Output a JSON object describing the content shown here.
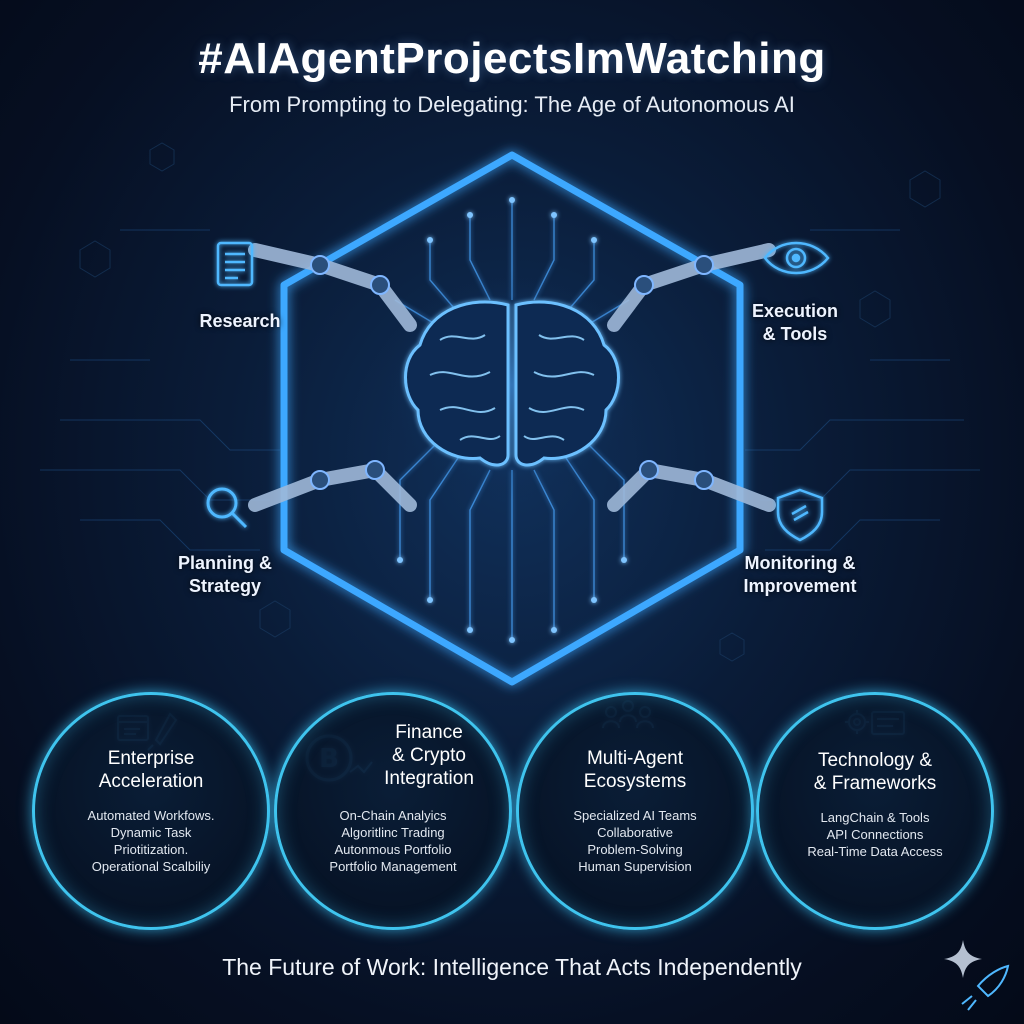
{
  "header": {
    "title": "#AIAgentProjectsImWatching",
    "subtitle": "From Prompting to Delegating: The Age of Autonomous AI"
  },
  "hub": {
    "labels": {
      "research": "Research",
      "execution_line1": "Execution",
      "execution_line2": "& Tools",
      "planning_line1": "Planning &",
      "planning_line2": "Strategy",
      "monitoring_line1": "Monitoring &",
      "monitoring_line2": "Improvement"
    },
    "icons": [
      "document-icon",
      "eye-icon",
      "magnifier-icon",
      "shield-icon",
      "brain-icon"
    ]
  },
  "pillars": [
    {
      "icon": "rocket-window-icon",
      "title_lines": [
        "Enterprise",
        "Acceleration"
      ],
      "items": [
        "Automated Workfows.",
        "Dynamic Task",
        "Priotitization.",
        "Operational Scalbiliy"
      ]
    },
    {
      "icon": "bitcoin-icon",
      "title_lines": [
        "Finance",
        "& Crypto",
        "Integration"
      ],
      "items": [
        "On-Chain Analyics",
        "Algoritlinc Trading",
        "Autonmous Portfolio",
        "Portfolio Management"
      ]
    },
    {
      "icon": "team-icon",
      "title_lines": [
        "Multi-Agent",
        "Ecosystems"
      ],
      "items": [
        "Specialized AI Teams",
        "Collaborative",
        "Problem-Solving",
        "Human Supervision"
      ]
    },
    {
      "icon": "gear-code-icon",
      "title_lines": [
        "Technology &",
        "& Frameworks"
      ],
      "items": [
        "LangChain & Tools",
        "API Connections",
        "Real-Time Data Access"
      ]
    }
  ],
  "footer": {
    "tagline": "The Future of Work: Intelligence That Acts Independently"
  },
  "colors": {
    "background": "#07142a",
    "neon_blue": "#3ea8ff",
    "cyan_ring": "#3fc4ee",
    "text": "#ffffff"
  }
}
